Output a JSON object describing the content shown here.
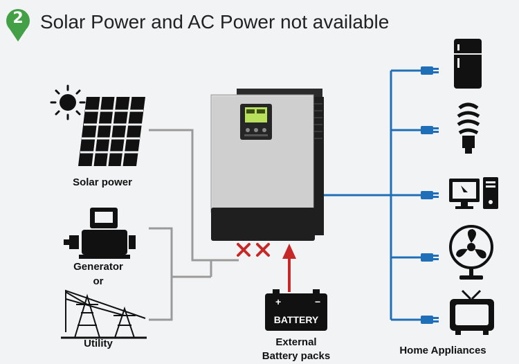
{
  "badge": {
    "number": "2",
    "color": "#43a047"
  },
  "title": "Solar Power and AC Power not available",
  "sources": {
    "solar_label": "Solar power",
    "generator_label": "Generator",
    "or_label": "or",
    "utility_label": "Utility"
  },
  "battery": {
    "box_text": "BATTERY",
    "label_line1": "External",
    "label_line2": "Battery packs"
  },
  "appliances": {
    "label": "Home Appliances",
    "items": [
      "refrigerator-icon",
      "light-bulb-icon",
      "computer-icon",
      "fan-icon",
      "tv-icon"
    ]
  },
  "status": {
    "unavailable_marks": 2
  },
  "colors": {
    "line_gray": "#9a9a9a",
    "line_blue": "#1e6fb8",
    "cross_red": "#c62828",
    "arrow_red": "#c62828",
    "badge_green": "#43a047"
  }
}
